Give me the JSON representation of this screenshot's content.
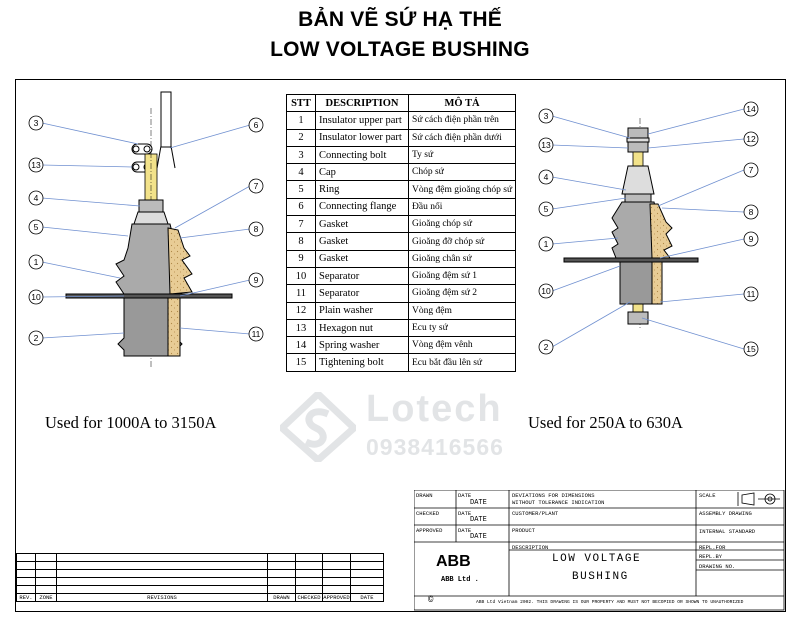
{
  "title_vi": "BẢN VẼ SỨ HẠ THẾ",
  "title_en": "LOW VOLTAGE BUSHING",
  "table": {
    "headers": [
      "STT",
      "DESCRIPTION",
      "MÔ TẢ"
    ],
    "rows": [
      {
        "no": "1",
        "desc": "Insulator upper part",
        "mota": "Sứ cách điện phần trên"
      },
      {
        "no": "2",
        "desc": "Insulator lower part",
        "mota": "Sứ cách điện phần dưới"
      },
      {
        "no": "3",
        "desc": "Connecting bolt",
        "mota": "Ty sứ"
      },
      {
        "no": "4",
        "desc": "Cap",
        "mota": "Chóp sứ"
      },
      {
        "no": "5",
        "desc": "Ring",
        "mota": "Vòng đệm gioăng chóp sứ"
      },
      {
        "no": "6",
        "desc": "Connecting flange",
        "mota": "Đầu nối"
      },
      {
        "no": "7",
        "desc": "Gasket",
        "mota": "Gioăng chóp sứ"
      },
      {
        "no": "8",
        "desc": "Gasket",
        "mota": "Gioăng đỡ chóp sứ"
      },
      {
        "no": "9",
        "desc": "Gasket",
        "mota": "Gioăng chân sứ"
      },
      {
        "no": "10",
        "desc": "Separator",
        "mota": "Gioăng đệm sứ 1"
      },
      {
        "no": "11",
        "desc": "Separator",
        "mota": "Gioăng đệm sứ 2"
      },
      {
        "no": "12",
        "desc": "Plain washer",
        "mota": "Vòng đệm"
      },
      {
        "no": "13",
        "desc": "Hexagon nut",
        "mota": "Ecu ty sứ"
      },
      {
        "no": "14",
        "desc": "Spring washer",
        "mota": "Vòng đệm vênh"
      },
      {
        "no": "15",
        "desc": "Tightening bolt",
        "mota": "Ecu bắt đầu lên sứ"
      }
    ]
  },
  "left_drawing": {
    "caption": "Used for 1000A to 3150A",
    "labels": [
      "3",
      "6",
      "13",
      "7",
      "4",
      "8",
      "5",
      "1",
      "9",
      "10",
      "2",
      "11"
    ]
  },
  "right_drawing": {
    "caption": "Used for 250A to 630A",
    "labels": [
      "3",
      "14",
      "13",
      "12",
      "4",
      "7",
      "5",
      "8",
      "1",
      "9",
      "10",
      "11",
      "2",
      "15"
    ]
  },
  "watermark": {
    "name": "Lotech",
    "phone": "0938416566"
  },
  "title_block": {
    "drawn": "DRAWN",
    "checked": "CHECKED",
    "approved": "APPROVED",
    "date_label": "DATE",
    "date_value": "DATE",
    "deviations": "DEVIATIONS FOR DIMENSIONS WITHOUT TOLERANCE INDICATION",
    "customer": "CUSTOMER/PLANT",
    "product": "PRODUCT",
    "description_label": "DESCRIPTION",
    "description_value_1": "LOW VOLTAGE",
    "description_value_2": "BUSHING",
    "scale": "SCALE",
    "assembly_drawing": "ASSEMBLY DRAWING",
    "internal_standard": "INTERNAL STANDARD",
    "repl_for": "REPL.FOR",
    "repl_by": "REPL.BY",
    "drawing_no": "DRAWING NO.",
    "logo": "ABB",
    "company": "ABB Ltd .",
    "copyright_symbol": "©",
    "copyright": "ABB Ltd Vietnam 2002. THIS DRAWING IS OUR PROPERTY AND MUST NOT BECOPIED OR SHOWN TO UNAUTHORIZED"
  },
  "revision_block": {
    "rev": "REV.",
    "zone": "ZONE",
    "revisions": "REVISIONS",
    "drawn": "DRAWN",
    "checked": "CHECKED",
    "approved": "APPROVED",
    "date": "DATE"
  }
}
